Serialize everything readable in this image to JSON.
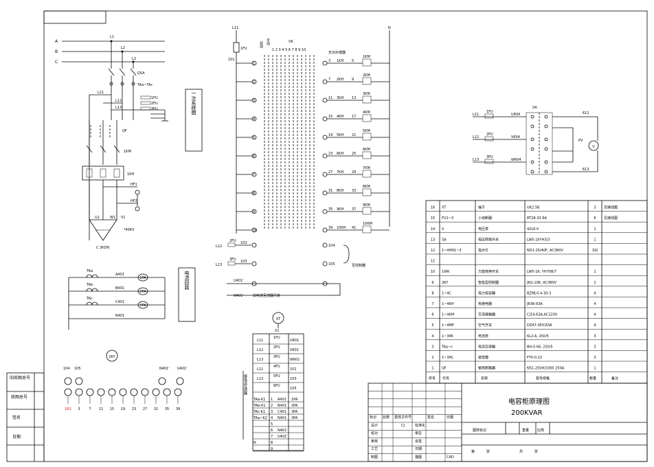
{
  "primary": {
    "phases": [
      "A",
      "B",
      "C"
    ],
    "breakers": [
      "L1",
      "L2",
      "L3"
    ],
    "qs": "QSA",
    "ta_label": "TAa~TAc",
    "lines": [
      "L11",
      "L12",
      "L13"
    ],
    "l_side": [
      "1FU",
      "2FU",
      "3FU"
    ],
    "sa": [
      "L1",
      "L2",
      "L3"
    ],
    "qf": "QF",
    "km": "1KM",
    "kh": "1KH",
    "hl": [
      "HF1",
      "HF2"
    ],
    "mid": [
      "U1",
      "W1",
      "V1"
    ],
    "cap": "C 3KDN",
    "kvar": "*40KV",
    "section_title": "一次系统图"
  },
  "current": {
    "section_title": "电流回路",
    "rows": [
      {
        "ta": "TAa",
        "net": "A401",
        "meter": "1PA"
      },
      {
        "ta": "TAb",
        "net": "B401",
        "meter": "2PA"
      },
      {
        "ta": "TAc",
        "net": "C401",
        "meter": "3PA"
      }
    ],
    "n": "N401"
  },
  "control": {
    "l_top": "L11",
    "fu": "1FU",
    "node_101": "101",
    "n": "N",
    "col_heads": [
      "自动",
      "手动",
      "1 2 3 4 5 6 7 8 9 10"
    ],
    "relay_title": "无功补偿器",
    "vk": "VK",
    "left_nodes": [
      "1",
      "2",
      "3",
      "4",
      "5",
      "6",
      "7",
      "8",
      "9",
      "10"
    ],
    "rows": [
      {
        "n": "3",
        "kh": "1KH",
        "num": "5",
        "km": "1KM"
      },
      {
        "n": "7",
        "kh": "2KH",
        "num": "9",
        "km": "2KM"
      },
      {
        "n": "11",
        "kh": "3KH",
        "num": "13",
        "km": "3KM"
      },
      {
        "n": "15",
        "kh": "4KH",
        "num": "17",
        "km": "4KM"
      },
      {
        "n": "19",
        "kh": "5KH",
        "num": "21",
        "km": "5KM"
      },
      {
        "n": "23",
        "kh": "6KH",
        "num": "25",
        "km": "6KM"
      },
      {
        "n": "27",
        "kh": "7KH",
        "num": "29",
        "km": "7KM"
      },
      {
        "n": "31",
        "kh": "8KH",
        "num": "33",
        "km": "8KM"
      },
      {
        "n": "35",
        "kh": "9KH",
        "num": "37",
        "km": "9KM"
      },
      {
        "n": "39",
        "kh": "10KH",
        "num": "41",
        "km": "10KM"
      }
    ],
    "bottom": [
      {
        "l": "L12",
        "fu": "2FU",
        "n": "102",
        "r": "104"
      },
      {
        "l": "L13",
        "fu": "3FU",
        "n": "103",
        "r": "105"
      }
    ],
    "u": "U401'",
    "n401": "N401'",
    "note": "由电流互感器引来",
    "ctrl_box": "至控制器"
  },
  "xt": {
    "title": "XT",
    "x": "X1",
    "rows": [
      {
        "l": "L11",
        "f": "1FU",
        "r": "U601"
      },
      {
        "l": "L12",
        "f": "2FU",
        "r": "V601"
      },
      {
        "l": "L13",
        "f": "3FU",
        "r": "W601"
      },
      {
        "l": "L11",
        "f": "4FU",
        "r": "101"
      },
      {
        "l": "L13",
        "f": "5FU",
        "r": "103"
      },
      {
        "l": "",
        "f": "6FU",
        "r": "105"
      }
    ],
    "ta_rows": [
      {
        "l": "TAa-K1",
        "n": "1",
        "a": "A401",
        "b": "1PA"
      },
      {
        "l": "TAb-K1",
        "n": "2",
        "a": "B401",
        "b": "2PA"
      },
      {
        "l": "TAc-K1",
        "n": "3",
        "a": "C401",
        "b": "3PA"
      },
      {
        "l": "TAa~K2",
        "n": "4",
        "a": "N401",
        "b": "3PA"
      },
      {
        "l": "",
        "n": "5",
        "a": "",
        "b": ""
      },
      {
        "l": "",
        "n": "6",
        "a": "N401'",
        "b": ""
      },
      {
        "l": "",
        "n": "7",
        "a": "U401'",
        "b": ""
      },
      {
        "l": "N",
        "n": "8",
        "a": "",
        "b": ""
      },
      {
        "l": "",
        "n": "9",
        "a": "",
        "b": ""
      }
    ],
    "vert": "接电流互感器"
  },
  "terminal": {
    "title": "2KY",
    "top": [
      "104",
      "105"
    ],
    "right_top": [
      "N401'",
      "U401'"
    ],
    "nums": [
      "101",
      "3",
      "7",
      "11",
      "15",
      "19",
      "23",
      "27",
      "31",
      "35",
      "39"
    ],
    "first": "101"
  },
  "voltmeter": {
    "rows": [
      {
        "l": "L11",
        "f": "1FU",
        "n": "U604"
      },
      {
        "l": "L12",
        "f": "2FU",
        "n": "V604"
      },
      {
        "l": "L13",
        "f": "3FU",
        "n": "W604"
      }
    ],
    "sa": "SA",
    "pv": "PV",
    "out": [
      "612",
      "613"
    ]
  },
  "bom": {
    "header": [
      "序号",
      "代号",
      "名称",
      "型号规格",
      "数量",
      "备注"
    ],
    "rows": [
      {
        "no": "16",
        "code": "XT",
        "name": "端子",
        "spec": "UK2.5B",
        "qty": "3",
        "rem": "见接线图"
      },
      {
        "no": "15",
        "code": "FU1~3",
        "name": "小熔断器",
        "spec": "RT28-32 6A",
        "qty": "6",
        "rem": "见接线图"
      },
      {
        "no": "14",
        "code": "V",
        "name": "电压表",
        "spec": "42L6-V",
        "qty": "1",
        "rem": ""
      },
      {
        "no": "13",
        "code": "SA",
        "name": "电压转换开关",
        "spec": "LW5-16YH3/3",
        "qty": "1",
        "rem": ""
      },
      {
        "no": "12",
        "code": "1~4HN1~3",
        "name": "指示灯",
        "spec": "ND1-25/40F, AC380V",
        "qty": "3白",
        "rem": ""
      },
      {
        "no": "11",
        "code": "",
        "name": "",
        "spec": "",
        "qty": "",
        "rem": ""
      },
      {
        "no": "10",
        "code": "1WK",
        "name": "万能转换开关",
        "spec": "LW5-16, YH708/7",
        "qty": "1",
        "rem": ""
      },
      {
        "no": "9",
        "code": "2KY",
        "name": "智能型控制器",
        "spec": "JKG-10K, AC380V",
        "qty": "1",
        "rem": ""
      },
      {
        "no": "8",
        "code": "1~4C",
        "name": "电力电容器",
        "spec": "BZMJ-0.4-30-3",
        "qty": "4",
        "rem": ""
      },
      {
        "no": "7",
        "code": "1~4KH",
        "name": "热继电器",
        "spec": "JR36-63A",
        "qty": "4",
        "rem": ""
      },
      {
        "no": "6",
        "code": "1~4KM",
        "name": "交流接触器",
        "spec": "CJ19-63A,AC220V",
        "qty": "4",
        "rem": ""
      },
      {
        "no": "5",
        "code": "1~4MP",
        "name": "空气开关",
        "spec": "DZ47-3P/C63A",
        "qty": "4",
        "rem": ""
      },
      {
        "no": "4",
        "code": "1~3PA",
        "name": "电流表",
        "spec": "6L2-A, 250/5",
        "qty": "3",
        "rem": ""
      },
      {
        "no": "3",
        "code": "TAa~c",
        "name": "电流互感器",
        "spec": "BH-0.66, 250/5",
        "qty": "3",
        "rem": ""
      },
      {
        "no": "2",
        "code": "1~3HL",
        "name": "避雷器",
        "spec": "FYS-0.22",
        "qty": "3",
        "rem": ""
      },
      {
        "no": "1",
        "code": "QF",
        "name": "塑壳断路器",
        "spec": "NS1-250H/3300 250A",
        "qty": "1",
        "rem": ""
      }
    ]
  },
  "title_block": {
    "name": "电容柜原理图",
    "sub": "200KVAR",
    "labels": [
      "标记",
      "处数",
      "更改文件号",
      "签名",
      "日期"
    ],
    "rows": [
      {
        "a": "设计",
        "b": "CJ",
        "c": "标准化"
      },
      {
        "a": "校对",
        "b": "",
        "c": "审定"
      },
      {
        "a": "审核",
        "b": "",
        "c": "会签"
      },
      {
        "a": "工艺",
        "b": "",
        "c": "日期"
      }
    ],
    "draw": "制图",
    "draw_val": "描图",
    "cad": "CAD",
    "stage": "图样标记",
    "weight": "重量",
    "scale": "比例",
    "sheet": "第",
    "sheet_of": "张",
    "total": "共",
    "total_unit": "张"
  },
  "side": {
    "items": [
      "旧底图总号",
      "底图总号",
      "签名",
      "日期"
    ]
  }
}
